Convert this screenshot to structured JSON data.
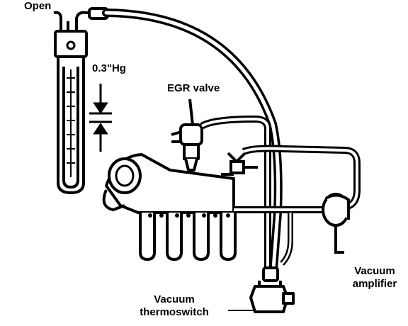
{
  "labels": {
    "open": "Open",
    "reading": "0.3\"Hg",
    "egr_valve": "EGR valve",
    "vacuum_amplifier": [
      "Vacuum",
      "amplifier"
    ],
    "vacuum_thermoswitch": [
      "Vacuum",
      "thermoswitch"
    ]
  },
  "colors": {
    "ink": "#000000",
    "paper": "#ffffff"
  }
}
